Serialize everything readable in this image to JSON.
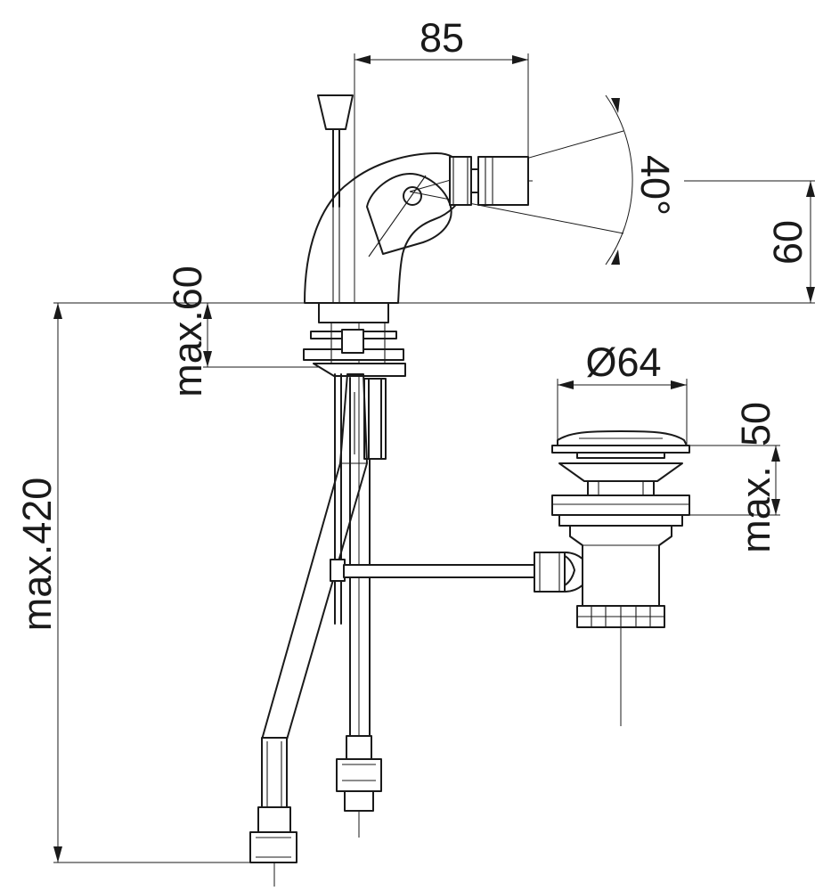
{
  "drawing": {
    "labels": {
      "spout_reach": "85",
      "spray_angle": "40°",
      "spout_height": "60",
      "deck_thickness": "max.60",
      "total_length": "max.420",
      "waste_diameter": "Ø64",
      "waste_height": "50",
      "waste_max": "max."
    }
  }
}
